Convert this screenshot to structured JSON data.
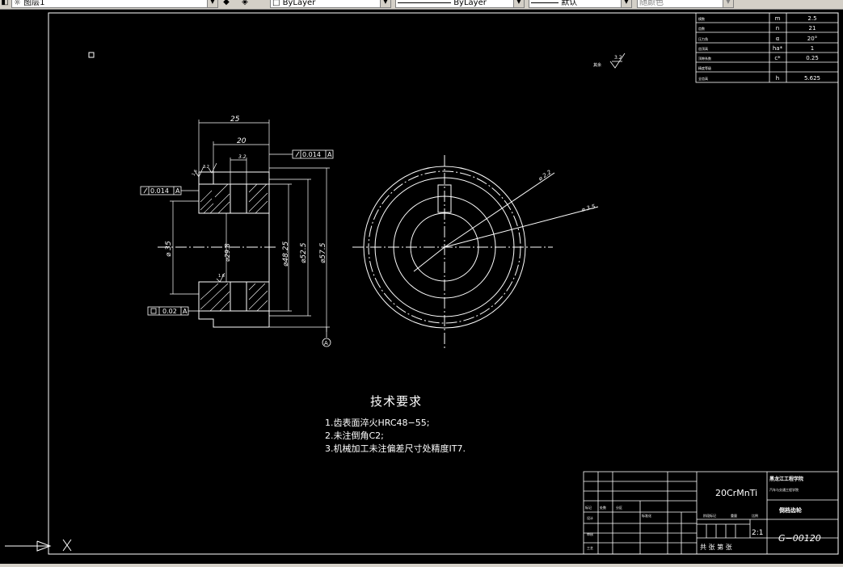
{
  "toolbar": {
    "layer_name": "图层1",
    "color_control": "ByLayer",
    "linetype_control": "ByLayer",
    "lineweight_control": "默认",
    "plotstyle_control": "随颜色"
  },
  "drawing": {
    "dims": {
      "d25": "25",
      "d20": "20",
      "d3": "3.2",
      "phi35": "⌀ 35",
      "phi29": "⌀29.8",
      "phi48": "⌀48.25",
      "phi52": "⌀52.5",
      "phi57": "⌀57.5",
      "phi_r1": "⌀ 2.2",
      "phi_r2": "⌀ 3.5",
      "rough1": "1.6",
      "rough2": "3.2",
      "rough3": "1.6",
      "surface_top": "3.2"
    },
    "tolerances": {
      "tol1": "0.014",
      "tol2": "0.014",
      "tol3": "0.02",
      "datum": "A"
    },
    "param_table": [
      {
        "name": "模数",
        "symbol": "m",
        "value": "2.5"
      },
      {
        "name": "齿数",
        "symbol": "n",
        "value": "21"
      },
      {
        "name": "压力角",
        "symbol": "α",
        "value": "20°"
      },
      {
        "name": "齿顶高",
        "symbol": "ha*",
        "value": "1"
      },
      {
        "name": "顶隙系数",
        "symbol": "c*",
        "value": "0.25"
      },
      {
        "name": "精度等级",
        "symbol": "",
        "value": ""
      },
      {
        "name": "全齿高",
        "symbol": "h",
        "value": "5.625"
      }
    ],
    "tech_req": {
      "title": "技术要求",
      "line1": "1.齿表面淬火HRC48−55;",
      "line2": "2.未注倒角C2;",
      "line3": "3.机械加工未注偏差尺寸处精度IT7."
    },
    "title_block": {
      "material": "20CrMnTi",
      "school": "黑龙江工程学院",
      "dept": "汽车与交通工程学院",
      "part_name": "倒档齿轮",
      "scale": "2:1",
      "drawing_no": "G−00120",
      "sheets": "共  张    第  张",
      "row_labels": [
        "标记",
        "处数",
        "分区",
        "设计",
        "审核",
        "工艺",
        "标准化",
        "阶段标记",
        "重量",
        "比例"
      ]
    }
  }
}
